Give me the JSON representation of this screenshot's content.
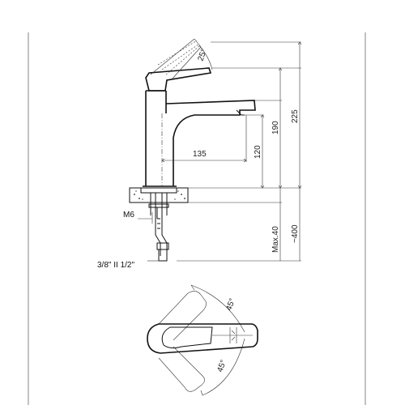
{
  "dimensions": {
    "lever_angle": "25°",
    "height_total": "225",
    "height_spout": "190",
    "height_under_spout": "120",
    "spout_reach": "135",
    "deck_thickness": "Max.40",
    "hose_length": "~400",
    "thread": "M6",
    "connection": "3/8\" II 1/2\"",
    "top_angle": "45°",
    "bottom_angle": "45°"
  }
}
